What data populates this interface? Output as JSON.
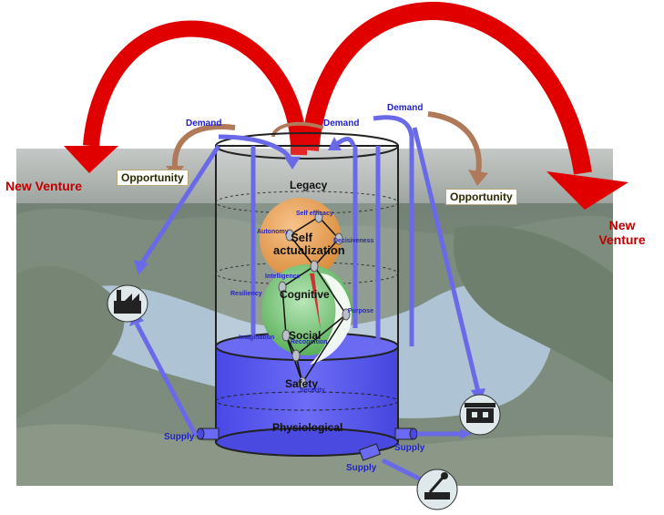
{
  "labels": {
    "new_venture_left": "New Venture",
    "new_venture_right": "New Venture",
    "opportunity_left": "Opportunity",
    "opportunity_right": "Opportunity",
    "demand_left": "Demand",
    "demand_center": "Demand",
    "demand_right": "Demand",
    "supply_left": "Supply",
    "supply_bottom": "Supply",
    "supply_right": "Supply"
  },
  "levels": {
    "legacy": "Legacy",
    "self_actualization": "Self actualization",
    "cognitive": "Cognitive",
    "social": "Social",
    "safety": "Safety",
    "physiological": "Physiological"
  },
  "attributes": {
    "self_efficacy": "Self efficacy",
    "autonomy": "Autonomy",
    "decisiveness": "Decisiveness",
    "intelligence": "Intelligence",
    "resiliency": "Resiliency",
    "purpose": "Purpose",
    "imagination": "Imagination",
    "recognition": "Recognition",
    "security": "Security"
  },
  "colors": {
    "big_arrow": "#e00000",
    "venture_text": "#c00000",
    "cylinder_fill": "#5a5af0",
    "blue_arrow": "#6a6ae8",
    "brown_arrow": "#b07a5a"
  },
  "icons": [
    "factory-icon",
    "store-icon",
    "workshop-icon"
  ]
}
